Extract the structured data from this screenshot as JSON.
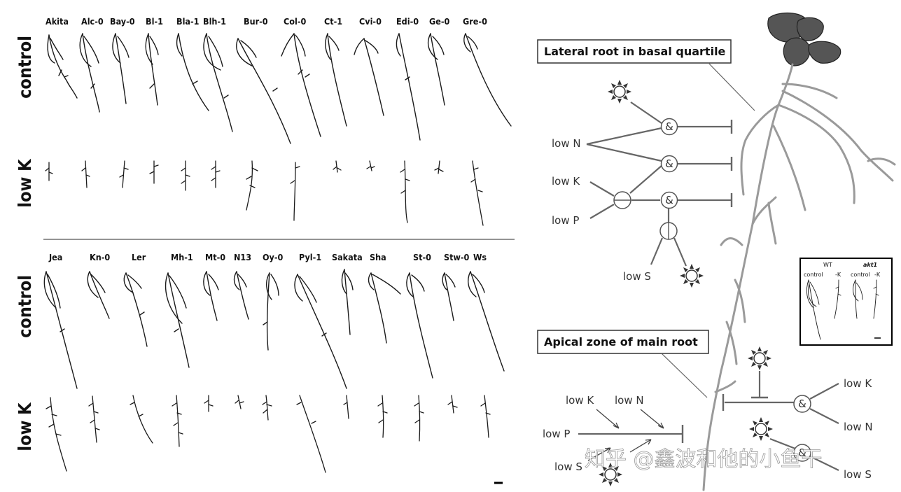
{
  "panel_a": {
    "row1_accessions": [
      "Akita",
      "Alc-0",
      "Bay-0",
      "Bl-1",
      "Bla-1",
      "Blh-1",
      "Bur-0",
      "Col-0",
      "Ct-1",
      "Cvi-0",
      "Edi-0",
      "Ge-0",
      "Gre-0"
    ],
    "row2_accessions": [
      "Jea",
      "Kn-0",
      "Ler",
      "Mh-1",
      "Mt-0",
      "N13",
      "Oy-0",
      "Pyl-1",
      "Sakata",
      "Sha",
      "St-0",
      "Stw-0",
      "Ws"
    ],
    "condition_control": "control",
    "condition_lowk": "low K"
  },
  "panel_b": {
    "box_lateral": "Lateral root in basal quartile",
    "box_apical": "Apical zone of main root",
    "and_symbol": "&",
    "nutrients": {
      "low_n": "low N",
      "low_k": "low K",
      "low_p": "low P",
      "low_s": "low S"
    }
  },
  "inset": {
    "wt": "WT",
    "akt1": "akt1",
    "control": "control",
    "minus_k": "-K"
  },
  "watermark": "知乎 @鑫波和他的小鱼干"
}
